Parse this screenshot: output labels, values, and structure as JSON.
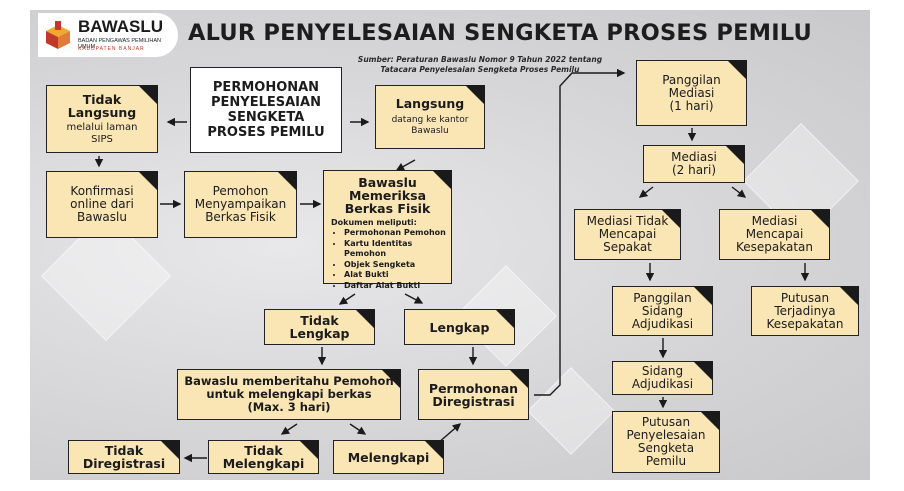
{
  "header": {
    "logo_name": "BAWASLU",
    "logo_sub1": "BADAN PENGAWAS PEMILIHAN UMUM",
    "logo_sub2": "KABUPATEN BANJAR",
    "title": "ALUR PENYELESAIAN SENGKETA PROSES PEMILU",
    "source": "Sumber: Peraturan Bawaslu Nomor 9 Tahun 2022 tentang\nTatacara Penyelesaian Sengketa Proses Pemilu"
  },
  "nodes": {
    "permohonan": "PERMOHONAN\nPENYELESAIAN\nSENGKETA\nPROSES PEMILU",
    "tidak_langsung_title": "Tidak\nLangsung",
    "tidak_langsung_sub": "melalui laman\nSIPS",
    "langsung_title": "Langsung",
    "langsung_sub": "datang ke kantor\nBawaslu",
    "konfirmasi": "Konfirmasi\nonline dari\nBawaslu",
    "pemohon_menyampaikan": "Pemohon\nMenyampaikan\nBerkas Fisik",
    "bawaslu_memeriksa_title": "Bawaslu\nMemeriksa\nBerkas Fisik",
    "dokumen_head": "Dokumen meliputi:",
    "dokumen_items": [
      "Permohonan Pemohon",
      "Kartu Identitas Pemohon",
      "Objek Sengketa",
      "Alat Bukti",
      "Daftar Alat Bukti"
    ],
    "tidak_lengkap": "Tidak\nLengkap",
    "lengkap": "Lengkap",
    "memberitahu": "Bawaslu memberitahu Pemohon\nuntuk melengkapi berkas\n(Max. 3 hari)",
    "permohonan_diregistrasi": "Permohonan\nDiregistrasi",
    "tidak_diregistrasi": "Tidak\nDiregistrasi",
    "tidak_melengkapi": "Tidak\nMelengkapi",
    "melengkapi": "Melengkapi",
    "panggilan_mediasi": "Panggilan\nMediasi\n(1 hari)",
    "mediasi": "Mediasi\n(2 hari)",
    "mediasi_tidak_sepakat": "Mediasi Tidak\nMencapai\nSepakat",
    "mediasi_kesepakatan": "Mediasi\nMencapai\nKesepakatan",
    "panggilan_sidang": "Panggilan\nSidang\nAdjudikasi",
    "putusan_kesepakatan": "Putusan\nTerjadinya\nKesepakatan",
    "sidang": "Sidang\nAdjudikasi",
    "putusan_sengketa": "Putusan\nPenyelesaian\nSengketa\nPemilu"
  },
  "colors": {
    "box_fill": "#fae5b5",
    "box_border": "#222222",
    "logo_red": "#c0392b",
    "logo_orange": "#f0a830"
  }
}
